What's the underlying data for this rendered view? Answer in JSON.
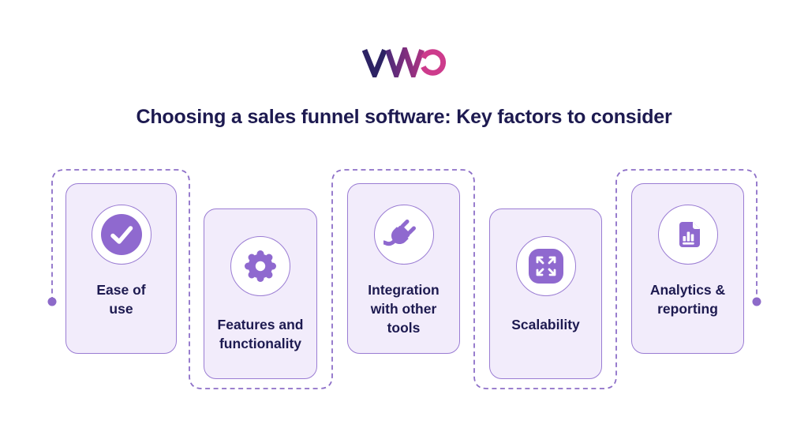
{
  "title": "Choosing a sales funnel software: Key factors to consider",
  "logo": {
    "brand": "VWO"
  },
  "factors": [
    {
      "label": "Ease of\nuse",
      "icon": "check-circle-icon"
    },
    {
      "label": "Features and\nfunctionality",
      "icon": "gear-icon"
    },
    {
      "label": "Integration\nwith other\ntools",
      "icon": "plug-icon"
    },
    {
      "label": "Scalability",
      "icon": "expand-arrows-icon"
    },
    {
      "label": "Analytics &\nreporting",
      "icon": "report-document-icon"
    }
  ],
  "colors": {
    "background": "#ffffff",
    "card_background": "#f2ecfb",
    "card_border": "#9a7cd3",
    "icon_purple": "#8f69cf",
    "dashed_path": "#8d6fc8",
    "path_dot": "#8d6ac9",
    "text_navy": "#1d1a50",
    "logo_v": "#2d2364",
    "logo_w_gradient_start": "#4f2a78",
    "logo_w_gradient_end": "#aa3383",
    "logo_o": "#cd3b8c"
  }
}
